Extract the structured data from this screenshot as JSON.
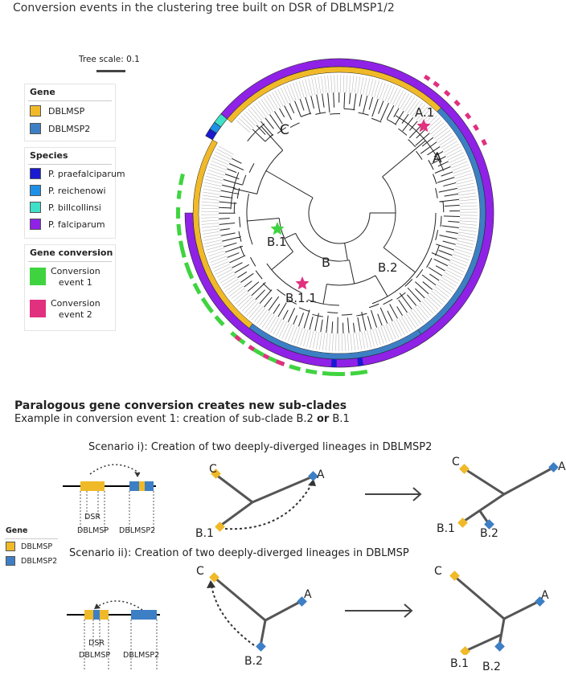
{
  "title": "Conversion events in the clustering tree built on DSR of DBLMSP1/2",
  "tree_scale": "Tree scale: 0.1",
  "legend_gene": {
    "heading": "Gene",
    "items": [
      {
        "label": "DBLMSP",
        "color": "#f0b928"
      },
      {
        "label": "DBLMSP2",
        "color": "#3d7fc4"
      }
    ]
  },
  "legend_species": {
    "heading": "Species",
    "items": [
      {
        "label": "P. praefalciparum",
        "color": "#1a1ad0"
      },
      {
        "label": "P. reichenowi",
        "color": "#1e90e8"
      },
      {
        "label": "P. billcollinsi",
        "color": "#3fe0c8"
      },
      {
        "label": "P. falciparum",
        "color": "#8f22e6"
      }
    ]
  },
  "legend_conversion": {
    "heading": "Gene conversion",
    "items": [
      {
        "label": "Conversion\nevent 1",
        "color": "#3fd43f"
      },
      {
        "label": "Conversion\nevent 2",
        "color": "#e0307e"
      }
    ]
  },
  "tree_labels": {
    "c": "C",
    "a": "A",
    "a1": "A.1",
    "b": "B",
    "b1": "B.1",
    "b2": "B.2",
    "b11": "B.1.1"
  },
  "section_title": "Paralogous gene conversion creates new sub-clades",
  "section_sub_prefix": "Example in conversion event 1: creation of sub-clade B.2 ",
  "section_sub_or": "or",
  "section_sub_suffix": " B.1",
  "scenario1": {
    "title": "Scenario i): Creation of two deeply-diverged lineages in DBLMSP2",
    "dsr": "DSR",
    "gene1": "DBLMSP",
    "gene2": "DBLMSP2",
    "left_tree": {
      "c": "C",
      "a": "A",
      "b1": "B.1"
    },
    "right_tree": {
      "c": "C",
      "a": "A",
      "b1": "B.1",
      "b2": "B.2"
    }
  },
  "scenario2": {
    "title": "Scenario ii): Creation of two deeply-diverged lineages in DBLMSP",
    "dsr": "DSR",
    "gene1": "DBLMSP",
    "gene2": "DBLMSP2",
    "left_tree": {
      "c": "C",
      "a": "A",
      "b2": "B.2"
    },
    "right_tree": {
      "c": "C",
      "a": "A",
      "b1": "B.1",
      "b2": "B.2"
    }
  },
  "legend_gene_small": {
    "heading": "Gene",
    "items": [
      {
        "label": "DBLMSP",
        "color": "#f0b928"
      },
      {
        "label": "DBLMSP2",
        "color": "#3d7fc4"
      }
    ]
  }
}
